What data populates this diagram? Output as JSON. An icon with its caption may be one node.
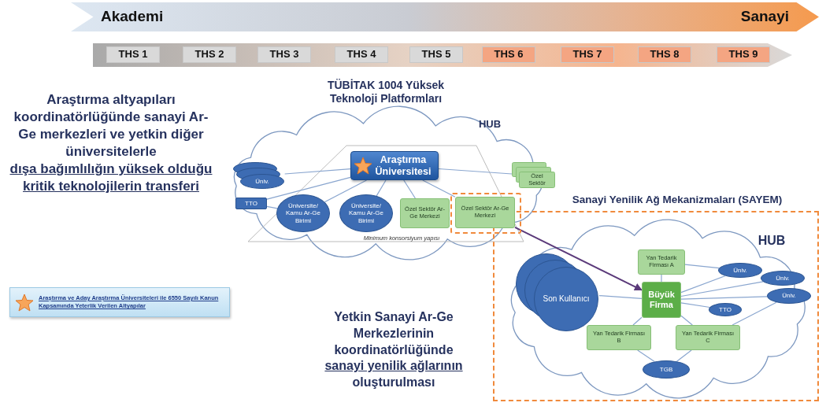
{
  "diagram": {
    "nodes": [
      {
        "text": [
          "Akademi",
          "Sanayi"
        ]
      },
      {
        "text": [],
        "shape": "bar"
      },
      {
        "text": [
          "THS 1"
        ],
        "in": 1
      },
      {
        "text": [
          "THS 2"
        ],
        "in": 1
      },
      {
        "text": [
          "THS 3"
        ],
        "in": 1
      },
      {
        "text": [
          "THS 4"
        ],
        "in": 1
      },
      {
        "text": [
          "THS 5"
        ],
        "in": 1
      },
      {
        "text": [
          "THS 6"
        ],
        "in": 1
      },
      {
        "text": [
          "THS 7"
        ],
        "in": 1
      },
      {
        "text": [
          "THS 8"
        ],
        "in": 1
      },
      {
        "text": [
          "THS 9"
        ],
        "in": 1
      },
      {
        "text": [
          "TÜBİTAK 1004 Yüksek Teknoloji Platformları",
          "HUB"
        ]
      },
      {
        "text": [
          "Minimum konsorsiyum yapısı"
        ],
        "in": 11
      },
      {
        "text": [
          "Araştırma Üniversitesi"
        ],
        "in": 12
      },
      {
        "text": [
          "Üniv."
        ],
        "in": 11
      },
      {
        "text": [
          "TTO"
        ],
        "in": 11
      },
      {
        "text": [
          "Üniversite/ Kamu Ar-Ge Birimi"
        ],
        "in": 12
      },
      {
        "text": [
          "Üniversite/ Kamu Ar-Ge Birimi"
        ],
        "in": 12
      },
      {
        "text": [
          "Özel Sektör Ar-Ge Merkezi"
        ],
        "in": 12
      },
      {
        "text": [],
        "shape": "box",
        "in": 12
      },
      {
        "text": [
          "Özel Sektör Ar-Ge Merkezi"
        ],
        "in": 19
      },
      {
        "text": [
          "Özel Sektör"
        ],
        "in": 11
      },
      {
        "text": [
          "Sanayi Yenilik Ağ Mekanizmaları (SAYEM)"
        ]
      },
      {
        "text": [
          "HUB"
        ],
        "in": 22
      },
      {
        "text": [
          "Son Kullanıcı"
        ],
        "in": 23
      },
      {
        "text": [
          "Yan Tedarik Firması A"
        ],
        "in": 23
      },
      {
        "text": [
          "Büyük Firma"
        ],
        "in": 23
      },
      {
        "text": [
          "Üniv."
        ],
        "in": 23
      },
      {
        "text": [
          "Üniv."
        ],
        "in": 23
      },
      {
        "text": [
          "TTO"
        ],
        "in": 23
      },
      {
        "text": [
          "Üniv."
        ],
        "in": 23
      },
      {
        "text": [
          "Yan Tedarik Firması B"
        ],
        "in": 23
      },
      {
        "text": [
          "Yan Tedarik Firması C"
        ],
        "in": 23
      },
      {
        "text": [
          "TGB"
        ],
        "in": 23
      }
    ],
    "edges": [
      {
        "from": 13,
        "to": 14,
        "arrow": "none"
      },
      {
        "from": 13,
        "to": 15,
        "arrow": "none"
      },
      {
        "from": 13,
        "to": 16,
        "arrow": "none"
      },
      {
        "from": 13,
        "to": 17,
        "arrow": "none"
      },
      {
        "from": 13,
        "to": 18,
        "arrow": "none"
      },
      {
        "from": 13,
        "to": 20,
        "arrow": "none"
      },
      {
        "from": 13,
        "to": 21,
        "arrow": "none"
      },
      {
        "from": 15,
        "to": 16,
        "arrow": "none"
      },
      {
        "from": 20,
        "to": 26,
        "arrow": "to",
        "color": "#5b3a7a"
      },
      {
        "from": 26,
        "to": 25,
        "arrow": "none"
      },
      {
        "from": 26,
        "to": 31,
        "arrow": "none"
      },
      {
        "from": 26,
        "to": 32,
        "arrow": "none"
      },
      {
        "from": 26,
        "to": 24,
        "arrow": "none"
      },
      {
        "from": 26,
        "to": 27,
        "arrow": "none"
      },
      {
        "from": 26,
        "to": 28,
        "arrow": "none"
      },
      {
        "from": 26,
        "to": 29,
        "arrow": "none"
      },
      {
        "from": 26,
        "to": 30,
        "arrow": "none"
      },
      {
        "from": 25,
        "to": 27,
        "arrow": "none"
      },
      {
        "from": 31,
        "to": 33,
        "arrow": "none"
      },
      {
        "from": 32,
        "to": 33,
        "arrow": "none"
      },
      {
        "from": 32,
        "to": 30,
        "arrow": "none"
      }
    ],
    "labels": [
      "Araştırma altyapıları koordinatörlüğünde sanayi Ar-Ge merkezleri ve yetkin diğer üniversitelerle",
      "dışa bağımlılığın yüksek olduğu kritik teknolojilerin transferi",
      "Yetkin Sanayi Ar-Ge Merkezlerinin koordinatörlüğünde",
      "sanayi yenilik ağlarının",
      "oluşturulması"
    ],
    "legend": [
      {
        "text": "Araştırma ve Aday Araştırma Üniversiteleri ile 6550 Sayılı Kanun Kapsamında Yeterlik Verilen Altyapılar"
      }
    ]
  }
}
